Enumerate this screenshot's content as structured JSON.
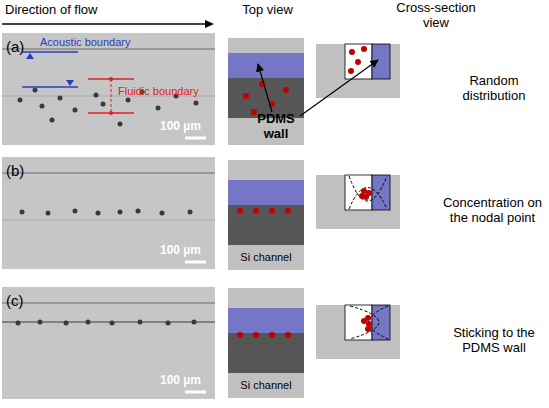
{
  "diagram": {
    "nodes": [
      {
        "text": [
          "(a)",
          "Acoustic boundary",
          "Fluidic boundary",
          "100 µm"
        ]
      },
      {
        "text": [
          "(b)",
          "100 µm"
        ]
      },
      {
        "text": [
          "Si channel"
        ]
      },
      {
        "text": [
          "(c)",
          "100 µm"
        ]
      },
      {
        "text": [
          "Si channel"
        ]
      }
    ],
    "labels": [
      "Direction of flow",
      "Top view",
      "Cross-section view",
      "PDMS wall",
      "Random distribution",
      "Concentration on the nodal point",
      "Sticking to the PDMS wall"
    ]
  }
}
